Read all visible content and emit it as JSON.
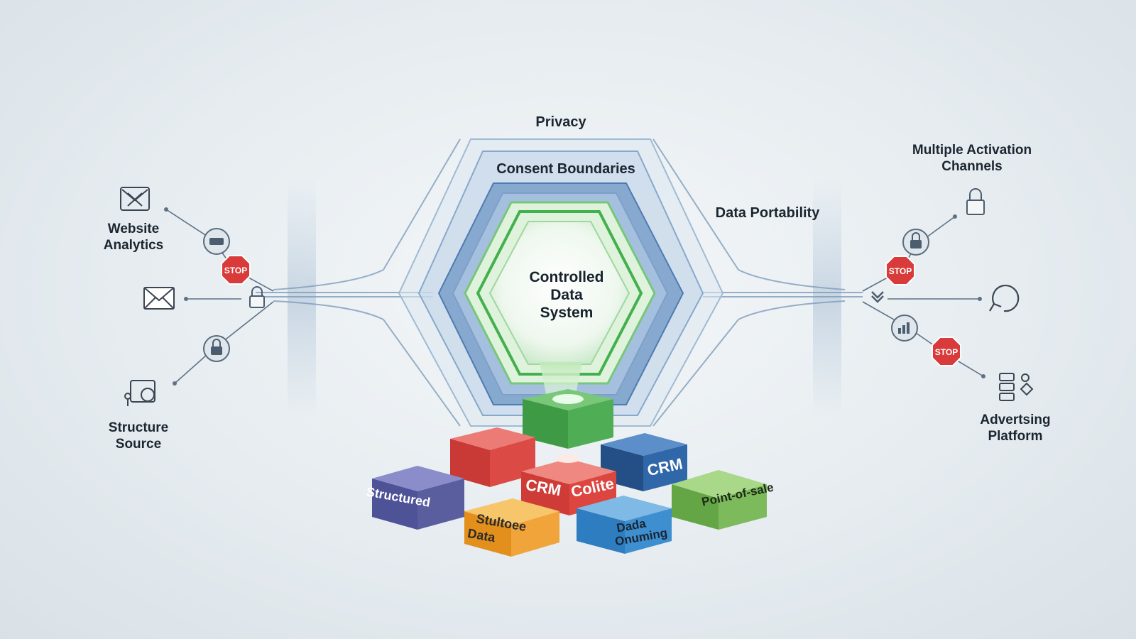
{
  "title_layers": {
    "outer": "Privacy",
    "middle": "Consent Boundaries",
    "side": "Data Portability",
    "core": "Controlled\nData\nSystem"
  },
  "inputs": {
    "website_analytics": "Website\nAnalytics",
    "structure_source": "Structure\nSource"
  },
  "outputs": {
    "activation_channels": "Multiple Activation\nChannels",
    "advertising_platform": "Advertsing\nPlatform"
  },
  "stop_sign_text": "STOP",
  "blocks": {
    "green": "",
    "red_small": "",
    "crm_red_left": "CRM",
    "crm_red_right": "Colite",
    "crm_blue": "CRM",
    "structured": "Structured",
    "orange": "Stultoee\nData",
    "blue_light": "Dada\nOnuming",
    "pos": "Point-of-sale"
  },
  "colors": {
    "outer_hex": "#c9d9e8",
    "mid_hex": "#8fb1d4",
    "inner_hex": "#5b89bd",
    "core_green": "#4fbf5a",
    "stop_red": "#d93a3a",
    "block_green": "#4ea852",
    "block_red": "#d8443f",
    "block_blue": "#2f67a8",
    "block_purple": "#5a5e9e",
    "block_orange": "#f0a43a",
    "block_lightblue": "#3d8fd0",
    "block_lightgreen": "#7cba5c"
  },
  "icons": [
    "envelope-icon",
    "lock-icon",
    "stop-sign-icon",
    "camera-icon",
    "refresh-icon",
    "chart-icon",
    "network-icon"
  ]
}
